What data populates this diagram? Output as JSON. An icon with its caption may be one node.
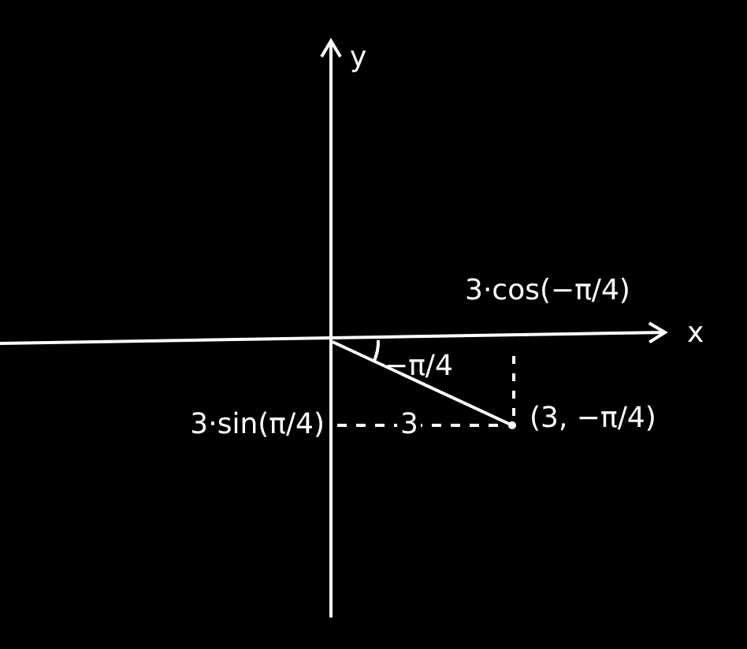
{
  "diagram": {
    "labels": [
      "y",
      "3·cos(−π/4)",
      "x",
      "−π/4",
      "3·sin(π/4)",
      "3",
      "(3, −π/4)"
    ]
  }
}
